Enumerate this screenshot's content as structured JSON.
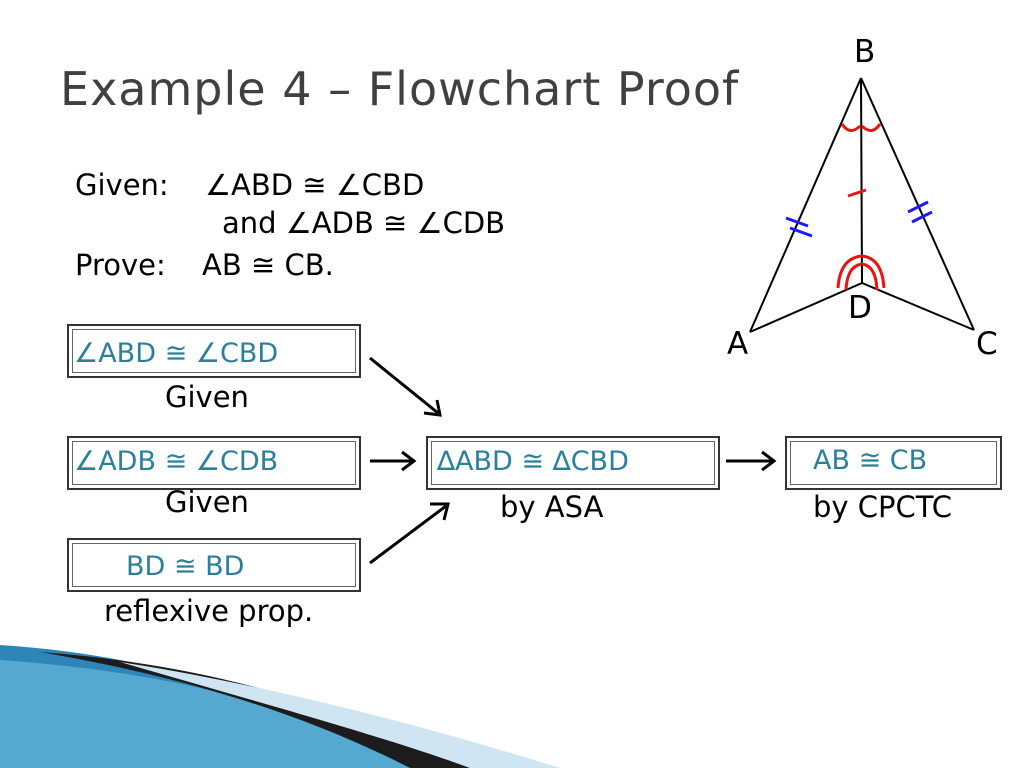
{
  "title": "Example 4 – Flowchart Proof",
  "given": {
    "label": "Given:",
    "line1": "∠ABD ≅ ∠CBD",
    "line2": "and ∠ADB ≅ ∠CDB",
    "prove_label": "Prove:",
    "prove": "AB ≅ CB."
  },
  "figure": {
    "vertices": {
      "A": "A",
      "B": "B",
      "C": "C",
      "D": "D"
    },
    "congruent_side_mark_color": "#1a1aff",
    "angle_mark_color": "#ee1111"
  },
  "flowchart": {
    "statement_color": "#2a7f9a",
    "box1": {
      "statement": "∠ABD ≅ ∠CBD",
      "reason": "Given"
    },
    "box2": {
      "statement": "∠ADB ≅ ∠CDB",
      "reason": "Given"
    },
    "box3": {
      "statement": "BD ≅ BD",
      "reason": "reflexive prop."
    },
    "box4": {
      "statement": "∆ABD ≅ ∆CBD",
      "reason": "by ASA"
    },
    "box5": {
      "statement": "AB ≅ CB",
      "reason": "by CPCTC"
    }
  }
}
